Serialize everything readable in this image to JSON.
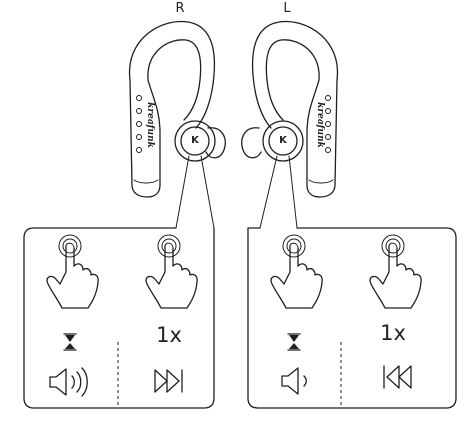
{
  "earbuds": {
    "right": {
      "label": "R",
      "brand": "kreafunk",
      "logo": "K"
    },
    "left": {
      "label": "L",
      "brand": "kreafunk",
      "logo": "K"
    }
  },
  "panels": {
    "right": {
      "actions": [
        {
          "gesture": "press-and-hold",
          "timer_icon": "hourglass-icon",
          "result_icon": "volume-up-icon"
        },
        {
          "gesture": "tap",
          "count": "1x",
          "result_icon": "next-track-icon"
        }
      ]
    },
    "left": {
      "actions": [
        {
          "gesture": "press-and-hold",
          "timer_icon": "hourglass-icon",
          "result_icon": "volume-down-icon"
        },
        {
          "gesture": "tap",
          "count": "1x",
          "result_icon": "previous-track-icon"
        }
      ]
    }
  }
}
